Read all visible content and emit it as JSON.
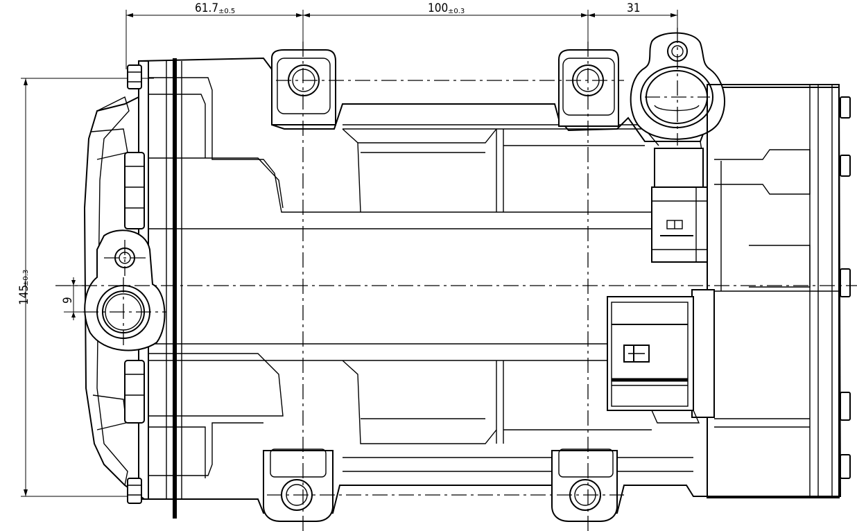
{
  "dimensions": {
    "dim_61_7": {
      "value": "61.7",
      "tolerance": "±0.5"
    },
    "dim_100": {
      "value": "100",
      "tolerance": "±0.3"
    },
    "dim_31": {
      "value": "31"
    },
    "dim_145": {
      "value": "145",
      "tolerance": "±0.3"
    },
    "dim_9": {
      "value": "9"
    }
  }
}
